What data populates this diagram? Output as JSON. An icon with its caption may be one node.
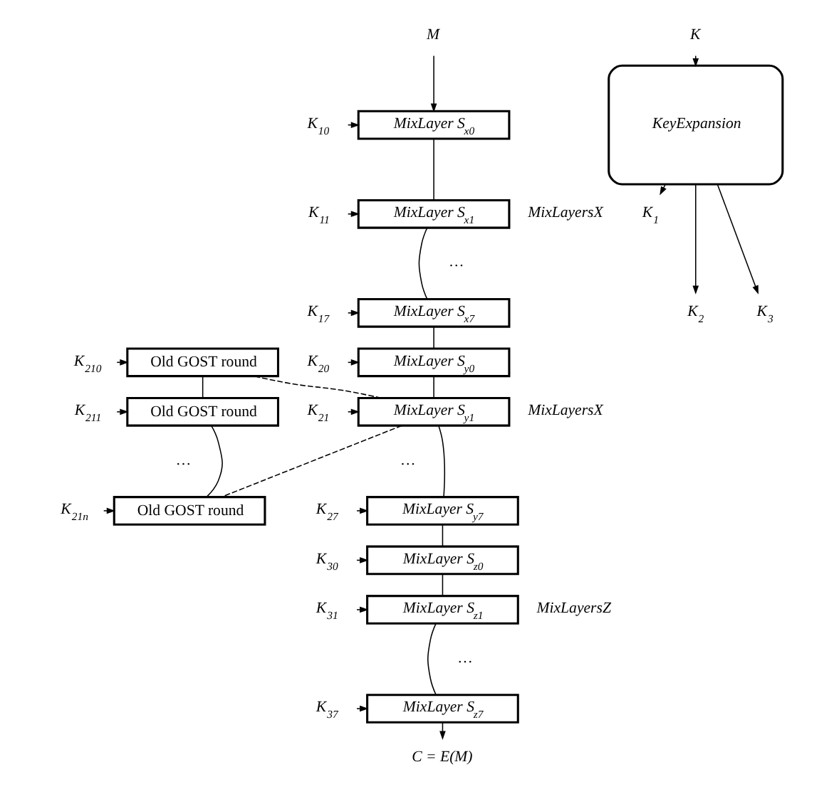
{
  "diagram": {
    "nodes": [
      {
        "text": [
          "M"
        ]
      },
      {
        "text": [
          "MixLayer S$_{x0}$"
        ]
      },
      {
        "text": [
          "MixLayer S$_{x1}$"
        ]
      },
      {
        "text": [
          "MixLayer S$_{x7}$"
        ]
      },
      {
        "text": [
          "MixLayer S$_{y0}$"
        ]
      },
      {
        "text": [
          "MixLayer S$_{y1}$"
        ]
      },
      {
        "text": [
          "MixLayer S$_{y7}$"
        ]
      },
      {
        "text": [
          "MixLayer S$_{z0}$"
        ]
      },
      {
        "text": [
          "MixLayer S$_{z1}$"
        ]
      },
      {
        "text": [
          "MixLayer S$_{z7}$"
        ]
      },
      {
        "text": [
          "C = E(M)"
        ]
      },
      {
        "text": [
          "K$_{10}$"
        ]
      },
      {
        "text": [
          "K$_{11}$"
        ]
      },
      {
        "text": [
          "K$_{17}$"
        ]
      },
      {
        "text": [
          "K$_{20}$"
        ]
      },
      {
        "text": [
          "K$_{21}$"
        ]
      },
      {
        "text": [
          "K$_{27}$"
        ]
      },
      {
        "text": [
          "K$_{30}$"
        ]
      },
      {
        "text": [
          "K$_{31}$"
        ]
      },
      {
        "text": [
          "K$_{37}$"
        ]
      },
      {
        "text": [
          "K"
        ]
      },
      {
        "text": [
          "KeyExpansion"
        ]
      },
      {
        "text": [
          "K$_{1}$"
        ]
      },
      {
        "text": [
          "K$_{2}$"
        ]
      },
      {
        "text": [
          "K$_{3}$"
        ]
      },
      {
        "text": [
          "Old GOST round"
        ]
      },
      {
        "text": [
          "Old GOST round"
        ]
      },
      {
        "text": [
          "Old GOST round"
        ]
      },
      {
        "text": [
          "K$_{210}$"
        ]
      },
      {
        "text": [
          "K$_{211}$"
        ]
      },
      {
        "text": [
          "K$_{21n}$"
        ]
      }
    ],
    "edges": [
      {
        "from": 0,
        "to": 1,
        "arrow": "to"
      },
      {
        "from": 1,
        "to": 2,
        "arrow": "none"
      },
      {
        "from": 2,
        "to": 3,
        "arrow": "none"
      },
      {
        "from": 3,
        "to": 4,
        "arrow": "none"
      },
      {
        "from": 4,
        "to": 5,
        "arrow": "none"
      },
      {
        "from": 5,
        "to": 6,
        "arrow": "none"
      },
      {
        "from": 6,
        "to": 7,
        "arrow": "none"
      },
      {
        "from": 7,
        "to": 8,
        "arrow": "none"
      },
      {
        "from": 8,
        "to": 9,
        "arrow": "none"
      },
      {
        "from": 9,
        "to": 10,
        "arrow": "to"
      },
      {
        "from": 11,
        "to": 1,
        "arrow": "to"
      },
      {
        "from": 12,
        "to": 2,
        "arrow": "to"
      },
      {
        "from": 13,
        "to": 3,
        "arrow": "to"
      },
      {
        "from": 14,
        "to": 4,
        "arrow": "to"
      },
      {
        "from": 15,
        "to": 5,
        "arrow": "to"
      },
      {
        "from": 16,
        "to": 6,
        "arrow": "to"
      },
      {
        "from": 17,
        "to": 7,
        "arrow": "to"
      },
      {
        "from": 18,
        "to": 8,
        "arrow": "to"
      },
      {
        "from": 19,
        "to": 9,
        "arrow": "to"
      },
      {
        "from": 20,
        "to": 21,
        "arrow": "to"
      },
      {
        "from": 21,
        "to": 22,
        "arrow": "to"
      },
      {
        "from": 21,
        "to": 23,
        "arrow": "to"
      },
      {
        "from": 21,
        "to": 24,
        "arrow": "to"
      },
      {
        "from": 25,
        "to": 26,
        "arrow": "none"
      },
      {
        "from": 26,
        "to": 27,
        "arrow": "none"
      },
      {
        "from": 28,
        "to": 25,
        "arrow": "to"
      },
      {
        "from": 29,
        "to": 26,
        "arrow": "to"
      },
      {
        "from": 30,
        "to": 27,
        "arrow": "to"
      },
      {
        "from": 5,
        "to": 25,
        "arrow": "none",
        "style": "dashed"
      },
      {
        "from": 5,
        "to": 27,
        "arrow": "none",
        "style": "dashed"
      }
    ],
    "labels": [
      "MixLayersX",
      "…",
      "MixLayersX",
      "…",
      "…",
      "MixLayersZ",
      "…"
    ]
  }
}
